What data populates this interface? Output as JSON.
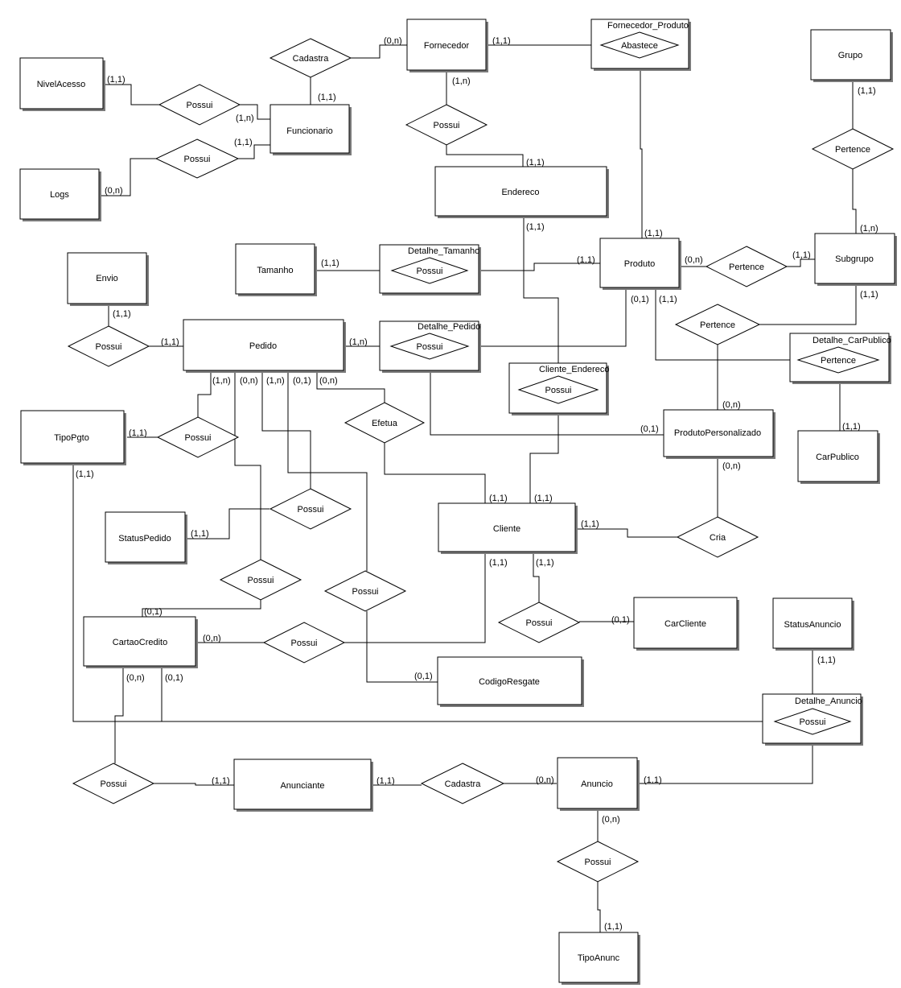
{
  "entities": [
    {
      "id": "fornecedor",
      "label": "Fornecedor"
    },
    {
      "id": "grupo",
      "label": "Grupo"
    },
    {
      "id": "nivelacesso",
      "label": "NivelAcesso"
    },
    {
      "id": "funcionario",
      "label": "Funcionario"
    },
    {
      "id": "logs",
      "label": "Logs"
    },
    {
      "id": "endereco",
      "label": "Endereco"
    },
    {
      "id": "tamanho",
      "label": "Tamanho"
    },
    {
      "id": "produto",
      "label": "Produto"
    },
    {
      "id": "subgrupo",
      "label": "Subgrupo"
    },
    {
      "id": "envio",
      "label": "Envio"
    },
    {
      "id": "pedido",
      "label": "Pedido"
    },
    {
      "id": "tipopgto",
      "label": "TipoPgto"
    },
    {
      "id": "produtopersonalizado",
      "label": "ProdutoPersonalizado"
    },
    {
      "id": "carpublico",
      "label": "CarPublico"
    },
    {
      "id": "statuspedido",
      "label": "StatusPedido"
    },
    {
      "id": "cliente",
      "label": "Cliente"
    },
    {
      "id": "carcliente",
      "label": "CarCliente"
    },
    {
      "id": "statusanuncio",
      "label": "StatusAnuncio"
    },
    {
      "id": "cartaocredito",
      "label": "CartaoCredito"
    },
    {
      "id": "codigoresgate",
      "label": "CodigoResgate"
    },
    {
      "id": "anunciante",
      "label": "Anunciante"
    },
    {
      "id": "anuncio",
      "label": "Anuncio"
    },
    {
      "id": "tipoanunc",
      "label": "TipoAnunc"
    }
  ],
  "associative_entities": [
    {
      "id": "fornecedor_produto",
      "label": "Fornecedor_Produto"
    },
    {
      "id": "detalhe_tamanho",
      "label": "Detalhe_Tamanho"
    },
    {
      "id": "detalhe_pedido",
      "label": "Detalhe_Pedido"
    },
    {
      "id": "cliente_endereco",
      "label": "Cliente_Endereco"
    },
    {
      "id": "detalhe_carpublico",
      "label": "Detalhe_CarPublico"
    },
    {
      "id": "detalhe_anuncio",
      "label": "Detalhe_Anuncio"
    }
  ],
  "relationships": [
    {
      "id": "cadastra_func",
      "label": "Cadastra"
    },
    {
      "id": "abastece",
      "label": "Abastece"
    },
    {
      "id": "possui_nivel",
      "label": "Possui"
    },
    {
      "id": "possui_forn_end",
      "label": "Possui"
    },
    {
      "id": "possui_logs",
      "label": "Possui"
    },
    {
      "id": "pertence_grupo",
      "label": "Pertence"
    },
    {
      "id": "possui_tamanho",
      "label": "Possui"
    },
    {
      "id": "pertence_subgrupo",
      "label": "Pertence"
    },
    {
      "id": "pertence_pp",
      "label": "Pertence"
    },
    {
      "id": "pertence_carpublico",
      "label": "Pertence"
    },
    {
      "id": "possui_envio",
      "label": "Possui"
    },
    {
      "id": "possui_pedido_produto",
      "label": "Possui"
    },
    {
      "id": "possui_cliente_endereco",
      "label": "Possui"
    },
    {
      "id": "efetua",
      "label": "Efetua"
    },
    {
      "id": "possui_tipopgto",
      "label": "Possui"
    },
    {
      "id": "possui_statuspedido",
      "label": "Possui"
    },
    {
      "id": "cria",
      "label": "Cria"
    },
    {
      "id": "possui_cartao_pedido",
      "label": "Possui"
    },
    {
      "id": "possui_codigo",
      "label": "Possui"
    },
    {
      "id": "possui_carcliente",
      "label": "Possui"
    },
    {
      "id": "possui_cartao_cliente",
      "label": "Possui"
    },
    {
      "id": "possui_anuncio_status",
      "label": "Possui"
    },
    {
      "id": "possui_anunciante",
      "label": "Possui"
    },
    {
      "id": "cadastra_anuncio",
      "label": "Cadastra"
    },
    {
      "id": "possui_tipoanunc",
      "label": "Possui"
    }
  ],
  "cardinalities": [
    "(0,n)",
    "(1,1)",
    "(1,1)",
    "(1,1)",
    "(1,n)",
    "(1,n)",
    "(1,1)",
    "(1,1)",
    "(0,n)",
    "(1,1)",
    "(1,1)",
    "(1,1)",
    "(1,n)",
    "(1,1)",
    "(1,1)",
    "(0,n)",
    "(1,1)",
    "(1,1)",
    "(0,1)",
    "(1,1)",
    "(1,1)",
    "(1,1)",
    "(1,n)",
    "(1,1)",
    "(1,n)",
    "(0,n)",
    "(1,n)",
    "(0,1)",
    "(0,n)",
    "(0,n)",
    "(1,1)",
    "(0,1)",
    "(1,1)",
    "(1,1)",
    "(1,1)",
    "(1,1)",
    "(1,1)",
    "(0,n)",
    "(1,1)",
    "(1,1)",
    "(0,1)",
    "(0,1)",
    "(0,n)",
    "(0,n)",
    "(0,1)",
    "(0,1)",
    "(1,1)",
    "(1,1)",
    "(1,1)",
    "(0,n)",
    "(1,1)",
    "(0,n)",
    "(1,1)"
  ]
}
